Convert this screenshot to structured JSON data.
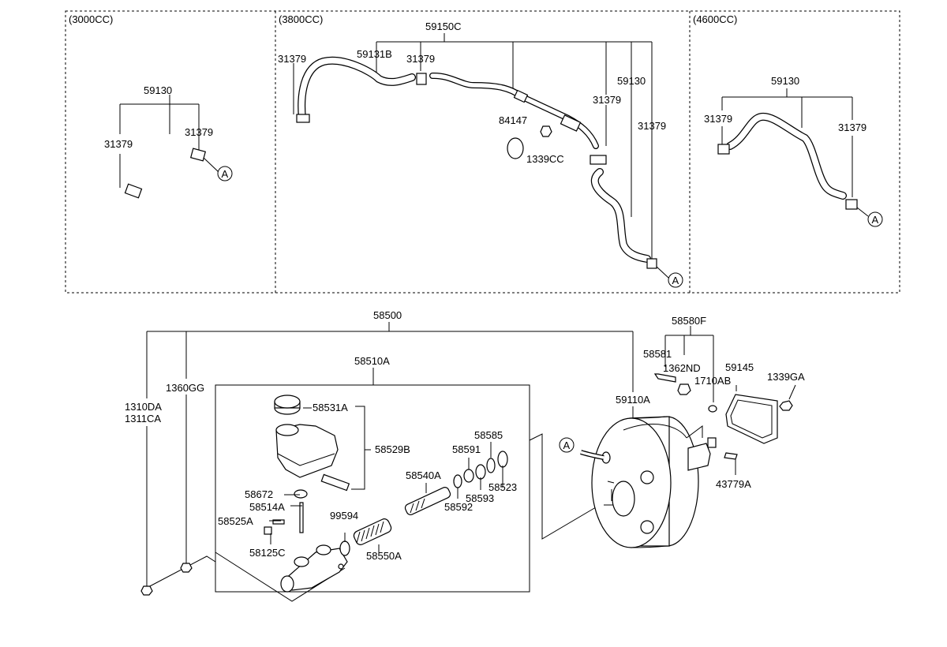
{
  "panels": {
    "p3000": "(3000CC)",
    "p3800": "(3800CC)",
    "p4600": "(4600CC)"
  },
  "ref_letter": "A",
  "labels": {
    "l_59130_a": "59130",
    "l_31379_a1": "31379",
    "l_31379_a2": "31379",
    "l_59150C": "59150C",
    "l_31379_b1": "31379",
    "l_59131B": "59131B",
    "l_31379_b2": "31379",
    "l_59130_b": "59130",
    "l_31379_b3": "31379",
    "l_84147": "84147",
    "l_1339CC": "1339CC",
    "l_31379_b4": "31379",
    "l_59130_c": "59130",
    "l_31379_c1": "31379",
    "l_31379_c2": "31379",
    "l_58500": "58500",
    "l_58510A": "58510A",
    "l_1310DA": "1310DA",
    "l_1311CA": "1311CA",
    "l_1360GG": "1360GG",
    "l_58531A": "58531A",
    "l_58529B": "58529B",
    "l_58672": "58672",
    "l_58514A": "58514A",
    "l_58525A": "58525A",
    "l_58125C": "58125C",
    "l_99594": "99594",
    "l_58550A": "58550A",
    "l_58540A": "58540A",
    "l_58591": "58591",
    "l_58585": "58585",
    "l_58523": "58523",
    "l_58593": "58593",
    "l_58592": "58592",
    "l_58580F": "58580F",
    "l_58581": "58581",
    "l_1362ND": "1362ND",
    "l_1710AB": "1710AB",
    "l_59145": "59145",
    "l_1339GA": "1339GA",
    "l_59110A": "59110A",
    "l_43779A": "43779A"
  }
}
